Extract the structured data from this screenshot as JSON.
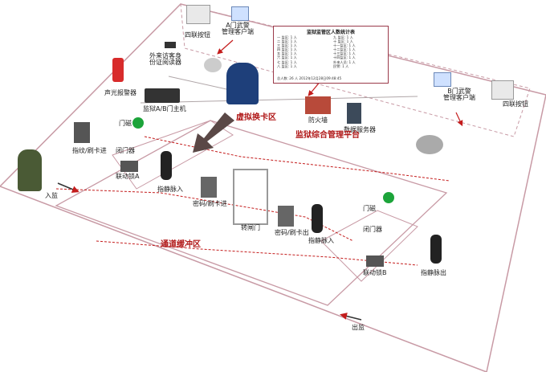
{
  "labels": {
    "four_button_left": "四联按钮",
    "a_guard_client": "A门武警\n管理客户端",
    "visitor_reader": "外来访客身\n份证阅读器",
    "alarm": "声光报警器",
    "ab_door_host": "监狱A/B门主机",
    "door_sensor_left": "门磁",
    "fingerprint_in": "指纹/刷卡进",
    "door_closer_left": "闭门器",
    "lock_a": "联动锁A",
    "fingervein_in_left": "指静脉入",
    "entry": "入监",
    "virtual_card_zone": "虚拟换卡区",
    "firewall": "防火墙",
    "data_server": "数据服务器",
    "platform": "监狱综合管理平台",
    "b_guard_client": "B门武警\n管理客户端",
    "four_button_right": "四联按钮",
    "password_in": "密码/刷卡进",
    "turnstile": "转闸门",
    "password_out": "密码/刷卡出",
    "fingervein_in_right": "指静脉入",
    "door_sensor_right": "门磁",
    "door_closer_right": "闭门器",
    "lock_b": "联动锁B",
    "fingervein_out": "指静脉出",
    "buffer_zone": "通道缓冲区",
    "exit": "出监"
  },
  "panel": {
    "title": "监狱监管区人数统计表",
    "rows": [
      "一  监区: 1 人",
      "二  监区: 1 人",
      "三  监区: 1 人",
      "四  监区: 1 人",
      "五  监区: 1 人",
      "六  监区: 1 人",
      "七  监区: 1 人",
      "八  监区: 1 人",
      "九  监区: 1 人",
      "十  监区: 1 人",
      "十一监区: 1 人",
      "十二监区: 1 人",
      "十三监区: 1 人",
      "十四监区: 1 人",
      "外来人员: 1 人",
      "民警: 1 人"
    ],
    "footer": "总人数: 26 人       2012年12月28日09:48:45"
  },
  "colors": {
    "route": "#b01818",
    "floor_line": "#c89aa5",
    "dark_arrow": "#5a4846"
  },
  "icons": {
    "gear": "gear-icon"
  }
}
